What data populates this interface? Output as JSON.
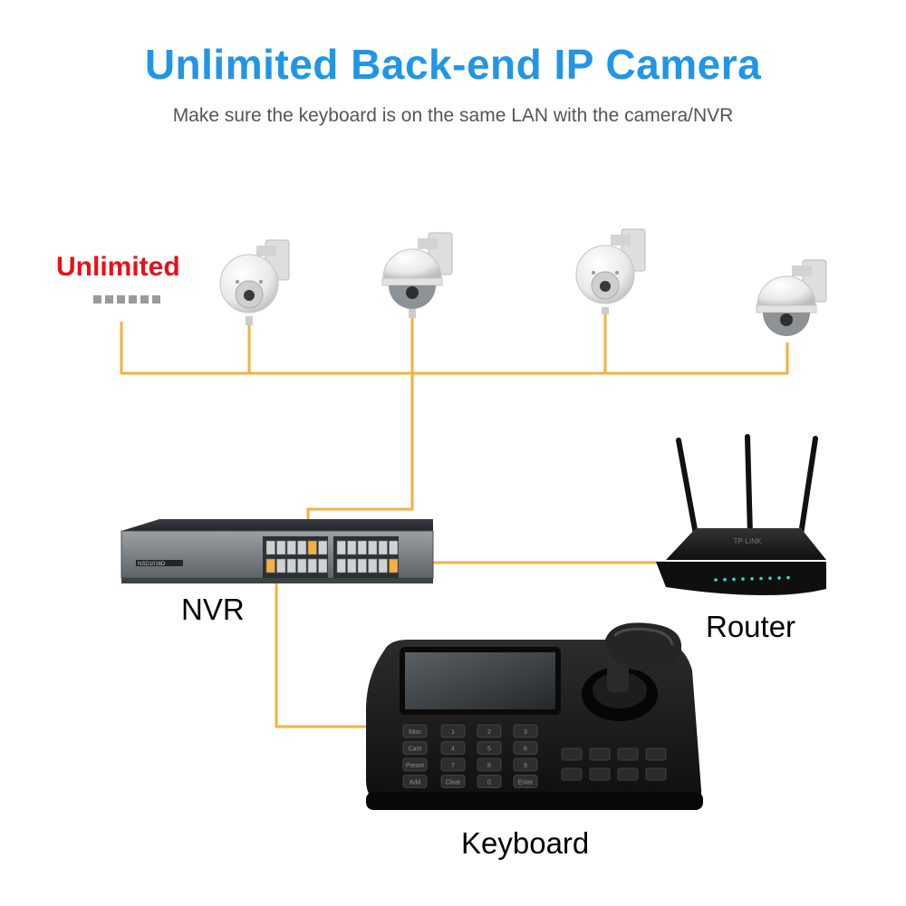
{
  "header": {
    "title": "Unlimited Back-end IP Camera",
    "subtitle": "Make sure the keyboard is on the same LAN with the camera/NVR"
  },
  "unlimited_label": "Unlimited",
  "devices": {
    "nvr_label": "NVR",
    "router_label": "Router",
    "keyboard_label": "Keyboard",
    "nvr_model_text": "NSD1016D",
    "router_brand_text": "TP-LINK"
  },
  "keyboard_keys": {
    "left_column": [
      "Mon",
      "Cam",
      "Preset",
      "Add"
    ],
    "number_rows": [
      [
        "1",
        "2",
        "3"
      ],
      [
        "4",
        "5",
        "6"
      ],
      [
        "7",
        "8",
        "9"
      ],
      [
        "Clear",
        "0",
        "Enter"
      ]
    ]
  },
  "colors": {
    "title": "#2196e6",
    "subtitle": "#555555",
    "unlimited": "#e8101a",
    "cable": "#f5b041",
    "device_dark": "#1b1b1b",
    "router_led": "#2fe0c2"
  }
}
